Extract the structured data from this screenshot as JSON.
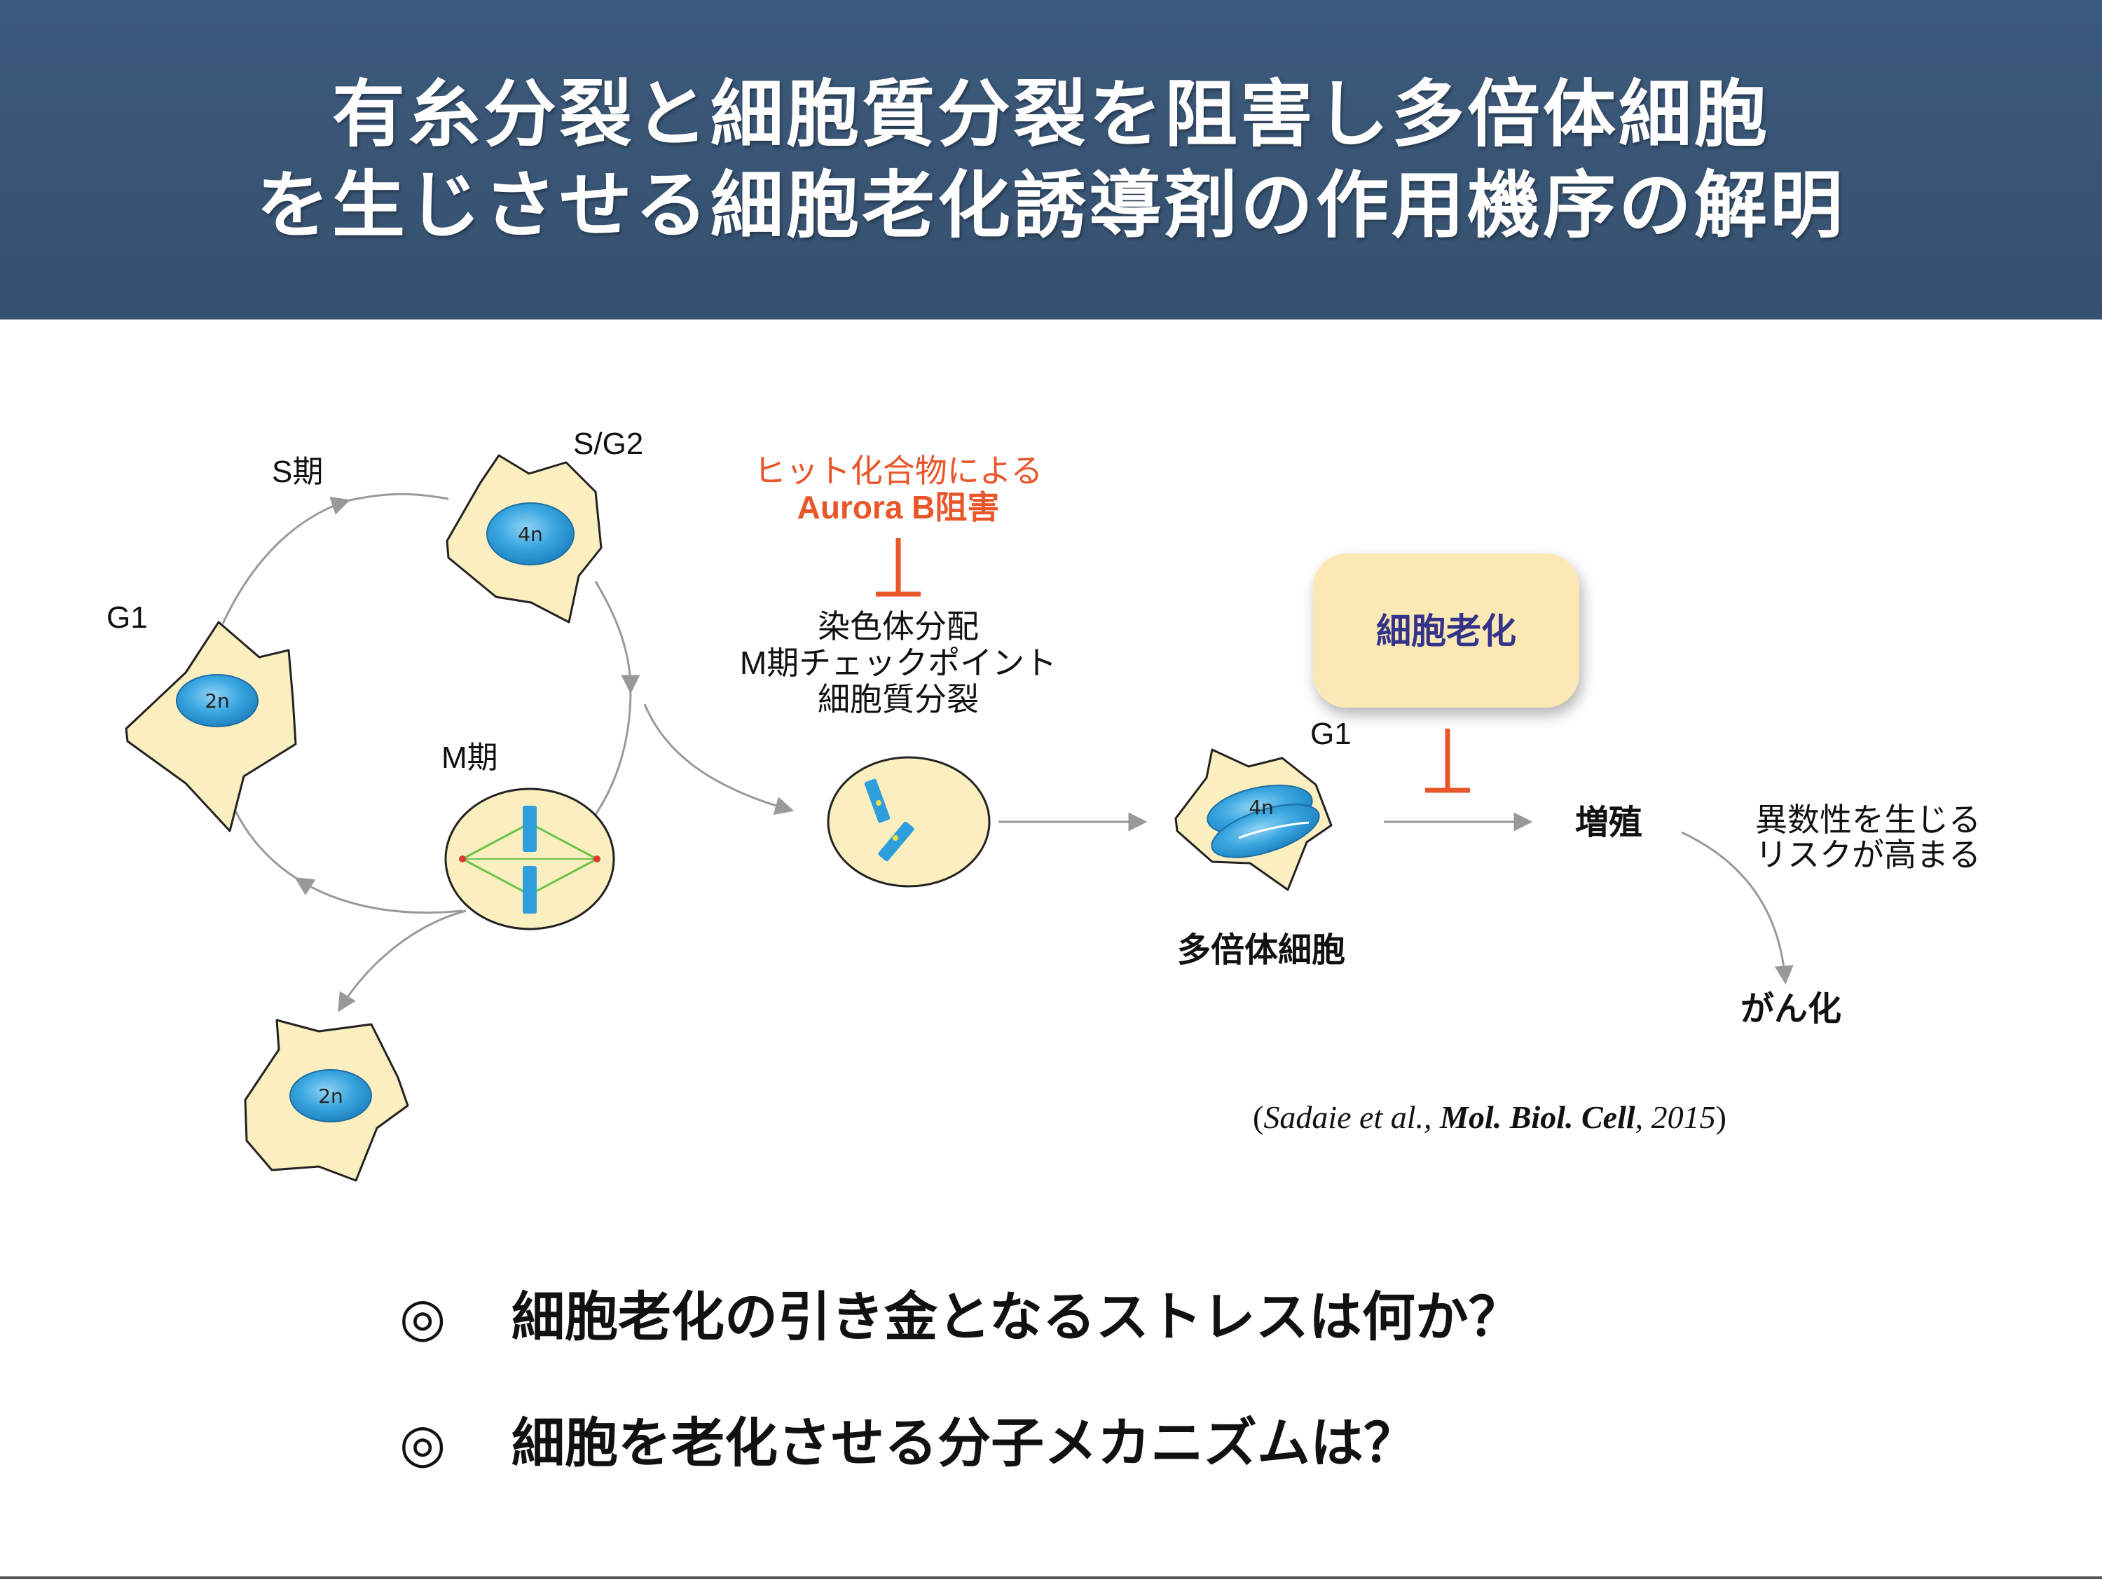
{
  "title": {
    "line1": "有糸分裂と細胞質分裂を阻害し多倍体細胞",
    "line2": "を生じさせる細胞老化誘導剤の作用機序の解明"
  },
  "cycle": {
    "s_phase": "S期",
    "sg2": "S/G2",
    "g1": "G1",
    "m_phase": "M期",
    "ploidy_2n": "2n",
    "ploidy_4n": "4n"
  },
  "inhibition": {
    "line1": "ヒット化合物による",
    "line2": "Aurora B阻害",
    "color": "#e8562a"
  },
  "targets": [
    "染色体分配",
    "M期チェックポイント",
    "細胞質分裂"
  ],
  "senescence": {
    "label": "細胞老化",
    "box_color": "#fbe9b5",
    "text_color": "#33338a"
  },
  "polyploid": {
    "g1": "G1",
    "ploidy": "4n",
    "label": "多倍体細胞"
  },
  "proliferation": "増殖",
  "aneuploidy": {
    "line1": "異数性を生じる",
    "line2": "リスクが高まる"
  },
  "cancer": "がん化",
  "citation": {
    "open": "(",
    "authors": "Sadaie et al., ",
    "journal": "Mol. Biol. Cell",
    "year": ", 2015",
    "close": ")"
  },
  "questions": {
    "bullet": "◎",
    "q1": "細胞老化の引き金となるストレスは何か？",
    "q2": "細胞を老化させる分子メカニズムは？"
  },
  "colors": {
    "header_bg": "#3a5677",
    "cell_fill": "#fbefbf",
    "nucleus": "#2e9fdc",
    "chromosome": "#2e9fdc",
    "arrow": "#999999"
  }
}
